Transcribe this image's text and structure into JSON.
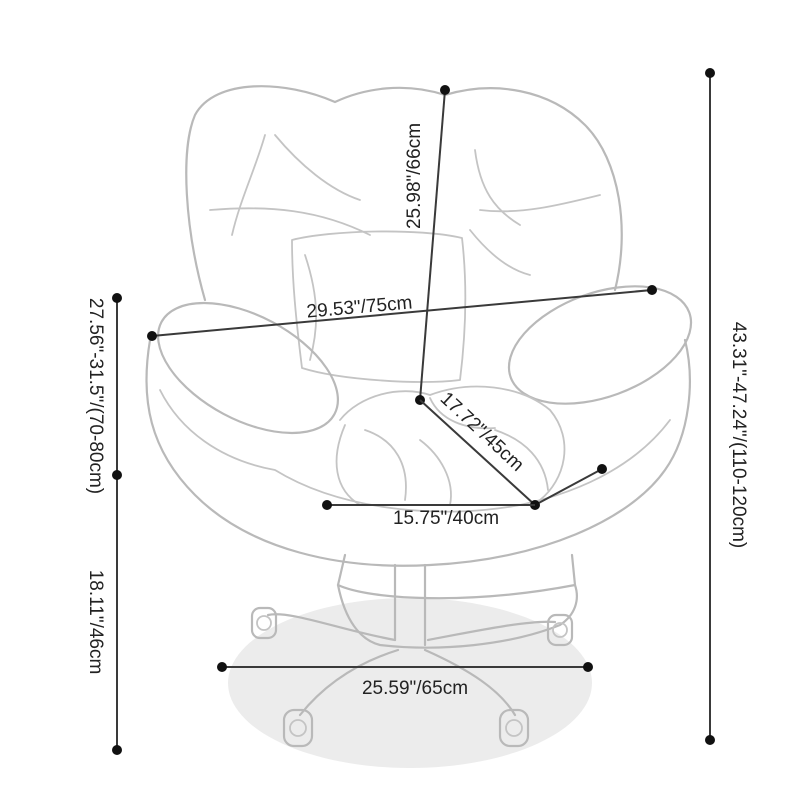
{
  "colors": {
    "background": "#ffffff",
    "chair_outline": "#b9b9b9",
    "dimension_line": "#3a3a3a",
    "dimension_dot": "#111111",
    "label_text": "#222222",
    "floor_shadow": "#ececec"
  },
  "dimensions": {
    "backrest_height": "25.98\"/66cm",
    "overall_width": "29.53\"/75cm",
    "seat_depth": "17.72\"/45cm",
    "seat_width": "15.75\"/40cm",
    "base_diameter": "25.59\"/65cm",
    "arm_height": "27.56\"-31.5\"/(70-80cm)",
    "seat_height": "18.11\"/46cm",
    "overall_height": "43.31\"-47.24\"/(110-120cm)"
  }
}
